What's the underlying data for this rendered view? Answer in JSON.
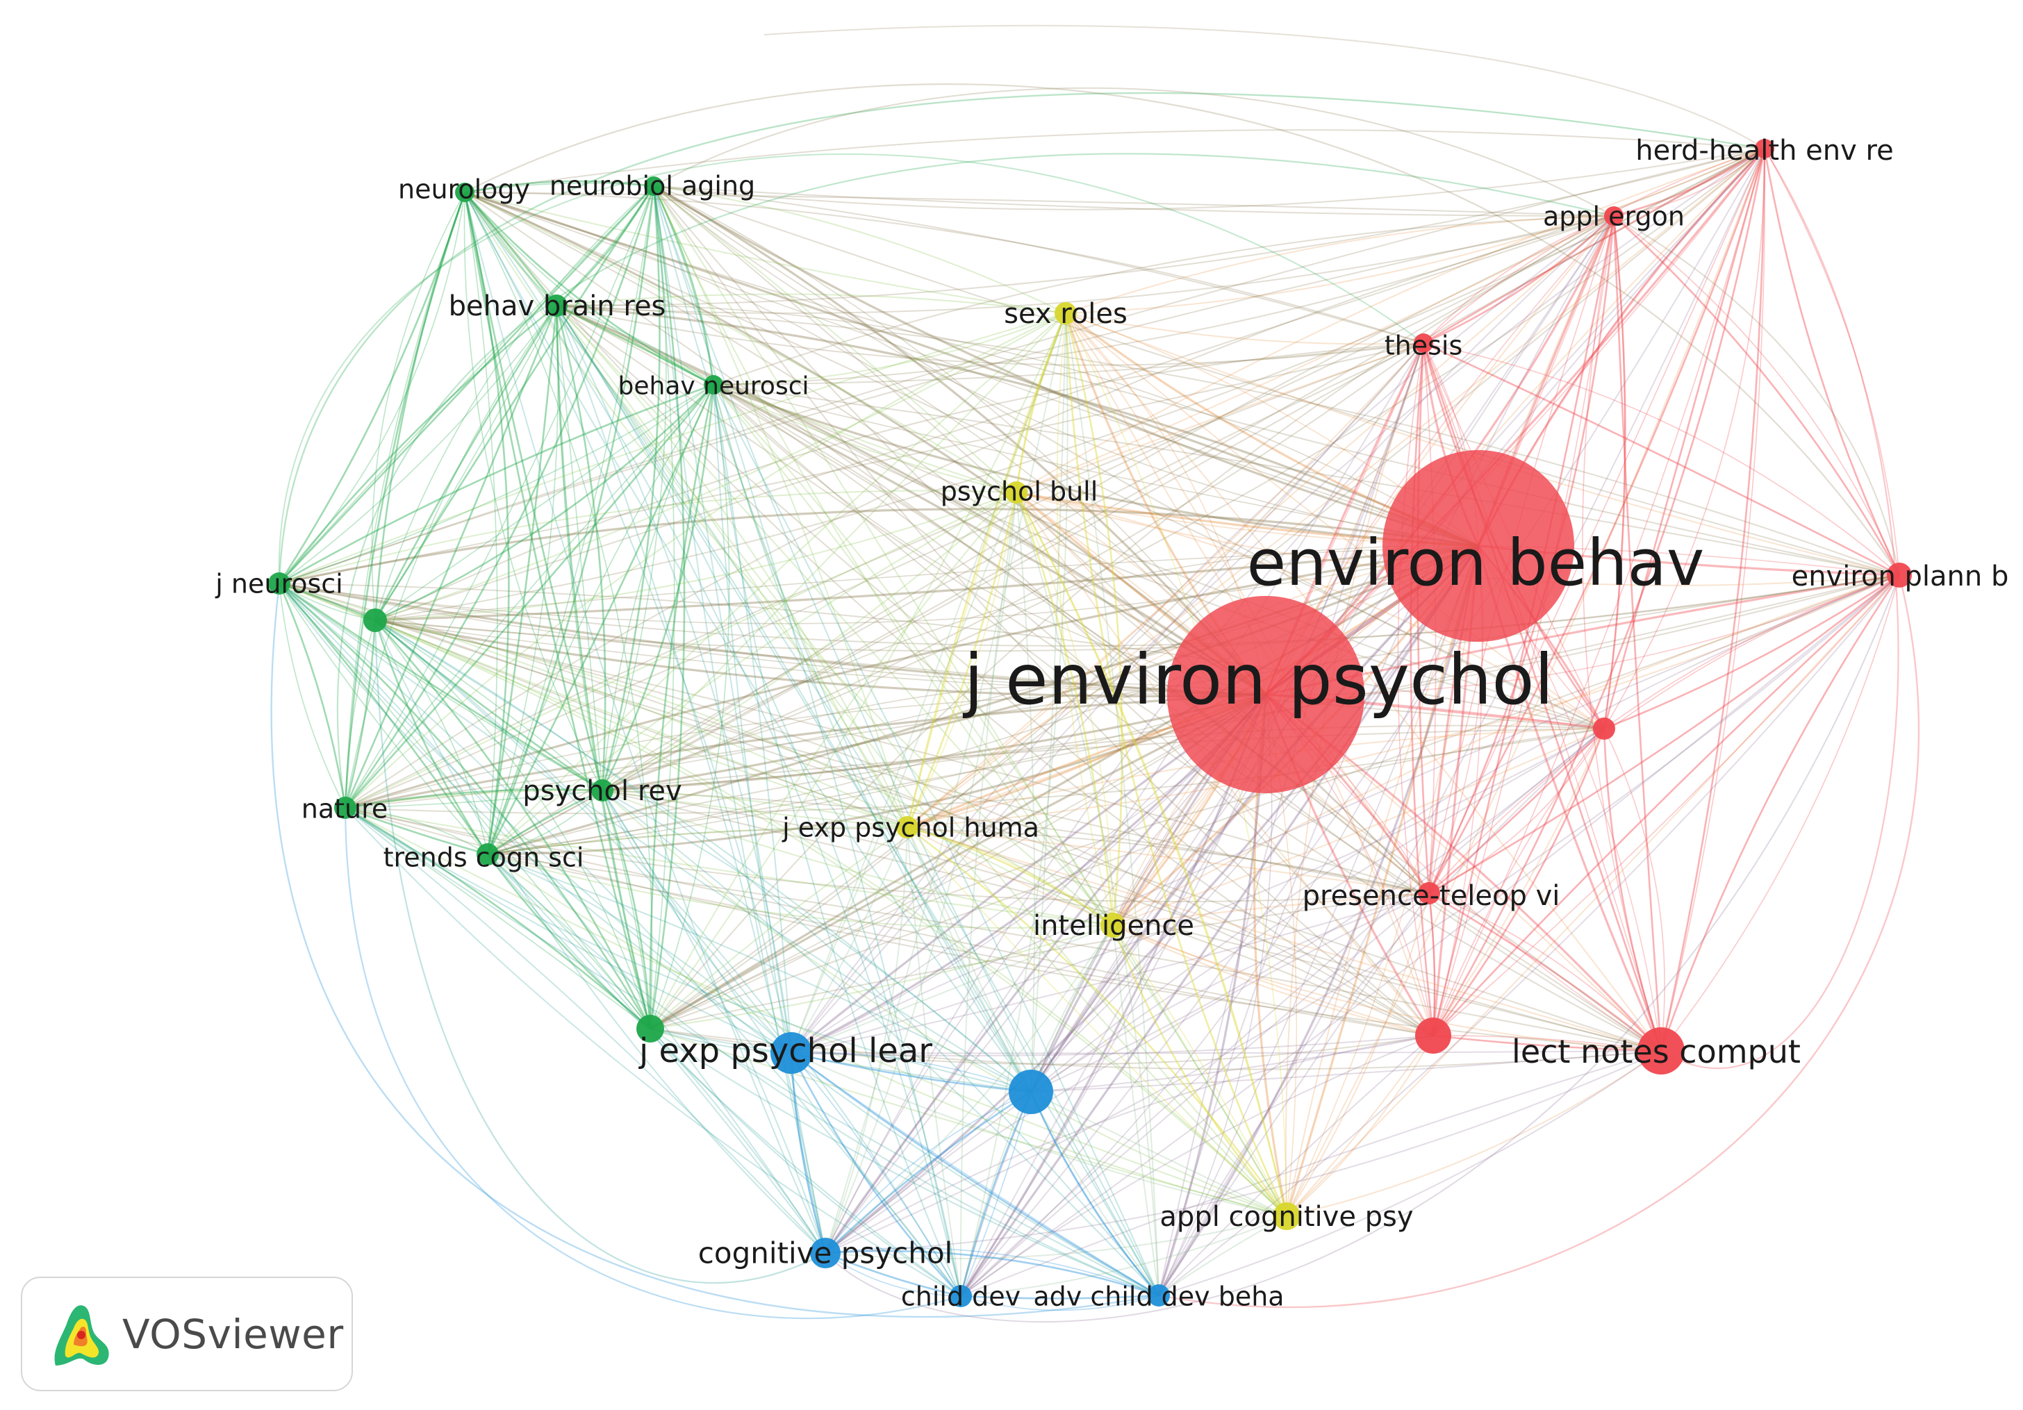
{
  "app": {
    "badge_label": "VOSviewer",
    "badge_icon": "vosviewer-logo-icon"
  },
  "colors": {
    "red": "#f0474f",
    "green": "#1ea64a",
    "blue": "#1f8fd8",
    "yellow": "#d8d62c"
  },
  "nodes": [
    {
      "id": "environ-behav",
      "label": "environ behav",
      "cluster": "red",
      "size": 10
    },
    {
      "id": "j-environ-psychol",
      "label": "j environ psychol",
      "cluster": "red",
      "size": 10
    },
    {
      "id": "herd-health-env-re",
      "label": "herd-health env re",
      "cluster": "red",
      "size": 2
    },
    {
      "id": "appl-ergon",
      "label": "appl ergon",
      "cluster": "red",
      "size": 2
    },
    {
      "id": "thesis",
      "label": "thesis",
      "cluster": "red",
      "size": 2
    },
    {
      "id": "environ-plann-b",
      "label": "environ plann b",
      "cluster": "red",
      "size": 2
    },
    {
      "id": "red-unlabeled-1",
      "label": "",
      "cluster": "red",
      "size": 2
    },
    {
      "id": "presence-teleop-vi",
      "label": "presence-teleop vi",
      "cluster": "red",
      "size": 2
    },
    {
      "id": "red-unlabeled-2",
      "label": "",
      "cluster": "red",
      "size": 3
    },
    {
      "id": "lect-notes-comput",
      "label": "lect notes comput",
      "cluster": "red",
      "size": 4
    },
    {
      "id": "neurology",
      "label": "neurology",
      "cluster": "green",
      "size": 2
    },
    {
      "id": "neurobiol-aging",
      "label": "neurobiol aging",
      "cluster": "green",
      "size": 2
    },
    {
      "id": "behav-brain-res",
      "label": "behav brain res",
      "cluster": "green",
      "size": 2
    },
    {
      "id": "behav-neurosci",
      "label": "behav neurosci",
      "cluster": "green",
      "size": 2
    },
    {
      "id": "j-neurosci",
      "label": "j neurosci",
      "cluster": "green",
      "size": 2
    },
    {
      "id": "green-unlabeled-1",
      "label": "",
      "cluster": "green",
      "size": 2
    },
    {
      "id": "nature",
      "label": "nature",
      "cluster": "green",
      "size": 2
    },
    {
      "id": "psychol-rev",
      "label": "psychol rev",
      "cluster": "green",
      "size": 2
    },
    {
      "id": "trends-cogn-sci",
      "label": "trends cogn sci",
      "cluster": "green",
      "size": 2
    },
    {
      "id": "green-unlabeled-2",
      "label": "",
      "cluster": "green",
      "size": 3
    },
    {
      "id": "sex-roles",
      "label": "sex roles",
      "cluster": "yellow",
      "size": 2
    },
    {
      "id": "psychol-bull",
      "label": "psychol bull",
      "cluster": "yellow",
      "size": 2
    },
    {
      "id": "j-exp-psychol-huma",
      "label": "j exp psychol huma",
      "cluster": "yellow",
      "size": 2
    },
    {
      "id": "intelligence",
      "label": "intelligence",
      "cluster": "yellow",
      "size": 2
    },
    {
      "id": "appl-cognitive-psy",
      "label": "appl cognitive psy",
      "cluster": "yellow",
      "size": 3
    },
    {
      "id": "j-exp-psychol-lear",
      "label": "j exp psychol lear",
      "cluster": "blue",
      "size": 4
    },
    {
      "id": "blue-unlabeled-1",
      "label": "",
      "cluster": "blue",
      "size": 4
    },
    {
      "id": "cognitive-psychol",
      "label": "cognitive psychol",
      "cluster": "blue",
      "size": 3
    },
    {
      "id": "child-dev",
      "label": "child dev",
      "cluster": "blue",
      "size": 2
    },
    {
      "id": "adv-child-dev-beha",
      "label": "adv child dev beha",
      "cluster": "blue",
      "size": 2
    }
  ]
}
